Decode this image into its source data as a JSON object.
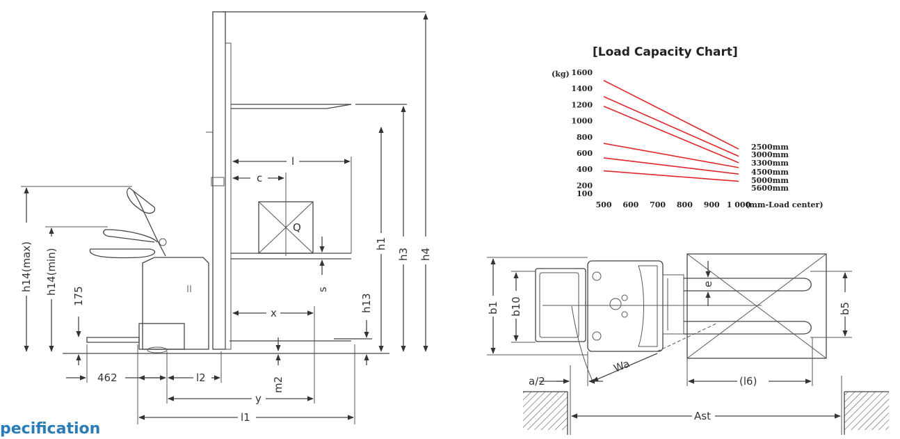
{
  "side_view": {
    "labels": {
      "h4": "h4",
      "h3": "h3",
      "h1": "h1",
      "h13": "h13",
      "h14max": "h14(max)",
      "h14min": "h14(min)",
      "v175": "175",
      "l": "l",
      "c": "c",
      "Q": "Q",
      "s": "s",
      "x": "x",
      "v462": "462",
      "l2": "l2",
      "y": "y",
      "l1": "l1",
      "m2": "m2"
    }
  },
  "top_view": {
    "labels": {
      "b1": "b1",
      "b10": "b10",
      "b5": "b5",
      "e": "e",
      "Wa": "Wa",
      "a2": "a/2",
      "l6": "(l6)",
      "Ast": "Ast"
    }
  },
  "chart_data": {
    "type": "line",
    "title": "[Load Capacity Chart]",
    "ylabel": "(kg)",
    "xlabel": "(mm-Load center)",
    "xlim": [
      500,
      1000
    ],
    "ylim": [
      100,
      1600
    ],
    "x_ticks": [
      "500",
      "600",
      "700",
      "800",
      "900",
      "1 000"
    ],
    "y_ticks": [
      {
        "v": 1600,
        "t": "1600"
      },
      {
        "v": 1400,
        "t": "1400"
      },
      {
        "v": 1200,
        "t": "1200"
      },
      {
        "v": 1000,
        "t": "1000"
      },
      {
        "v": 800,
        "t": "800"
      },
      {
        "v": 600,
        "t": "600"
      },
      {
        "v": 400,
        "t": "400"
      },
      {
        "v": 200,
        "t": "200"
      },
      {
        "v": 100,
        "t": "100"
      }
    ],
    "series_color": "#e0262b",
    "series": [
      {
        "name": "2500mm",
        "x": [
          500,
          1000
        ],
        "y": [
          1500,
          650
        ]
      },
      {
        "name": "3000mm",
        "x": [
          500,
          1000
        ],
        "y": [
          1300,
          560
        ]
      },
      {
        "name": "3300mm",
        "x": [
          500,
          1000
        ],
        "y": [
          1180,
          480
        ]
      },
      {
        "name": "4500mm",
        "x": [
          500,
          1000
        ],
        "y": [
          720,
          420
        ]
      },
      {
        "name": "5000mm",
        "x": [
          500,
          1000
        ],
        "y": [
          540,
          340
        ]
      },
      {
        "name": "5600mm",
        "x": [
          500,
          1000
        ],
        "y": [
          380,
          250
        ]
      }
    ]
  },
  "section_heading": "pecification"
}
